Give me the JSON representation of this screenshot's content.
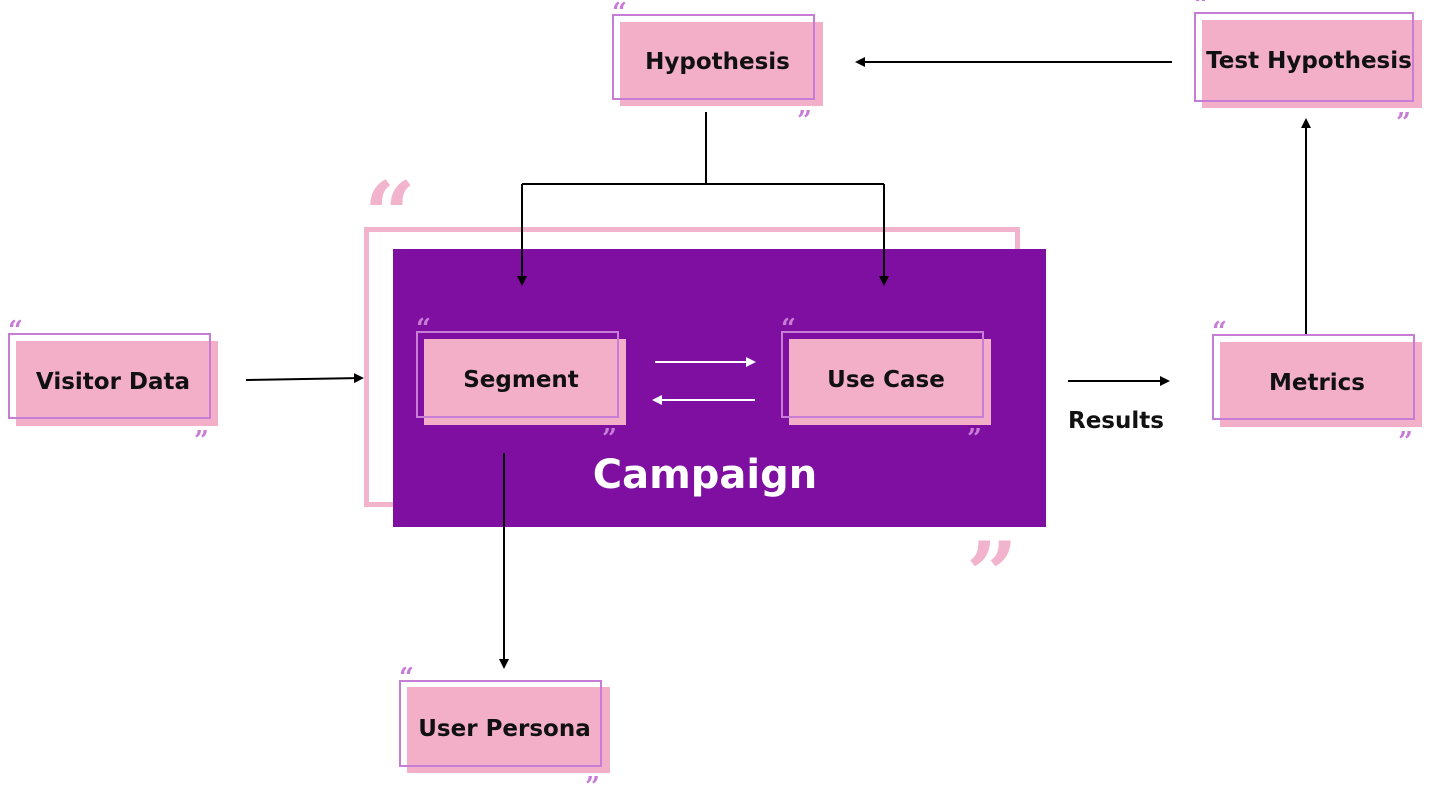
{
  "nodes": {
    "hypothesis": "Hypothesis",
    "test_hypothesis": "Test Hypothesis",
    "visitor_data": "Visitor Data",
    "segment": "Segment",
    "use_case": "Use Case",
    "metrics": "Metrics",
    "user_persona": "User Persona"
  },
  "container": {
    "title": "Campaign"
  },
  "edge_labels": {
    "results": "Results"
  },
  "colors": {
    "card_fill": "#f4afc8",
    "card_outline": "#c77dd6",
    "campaign": "#7e0fa0",
    "frame": "#f2b4cc"
  }
}
